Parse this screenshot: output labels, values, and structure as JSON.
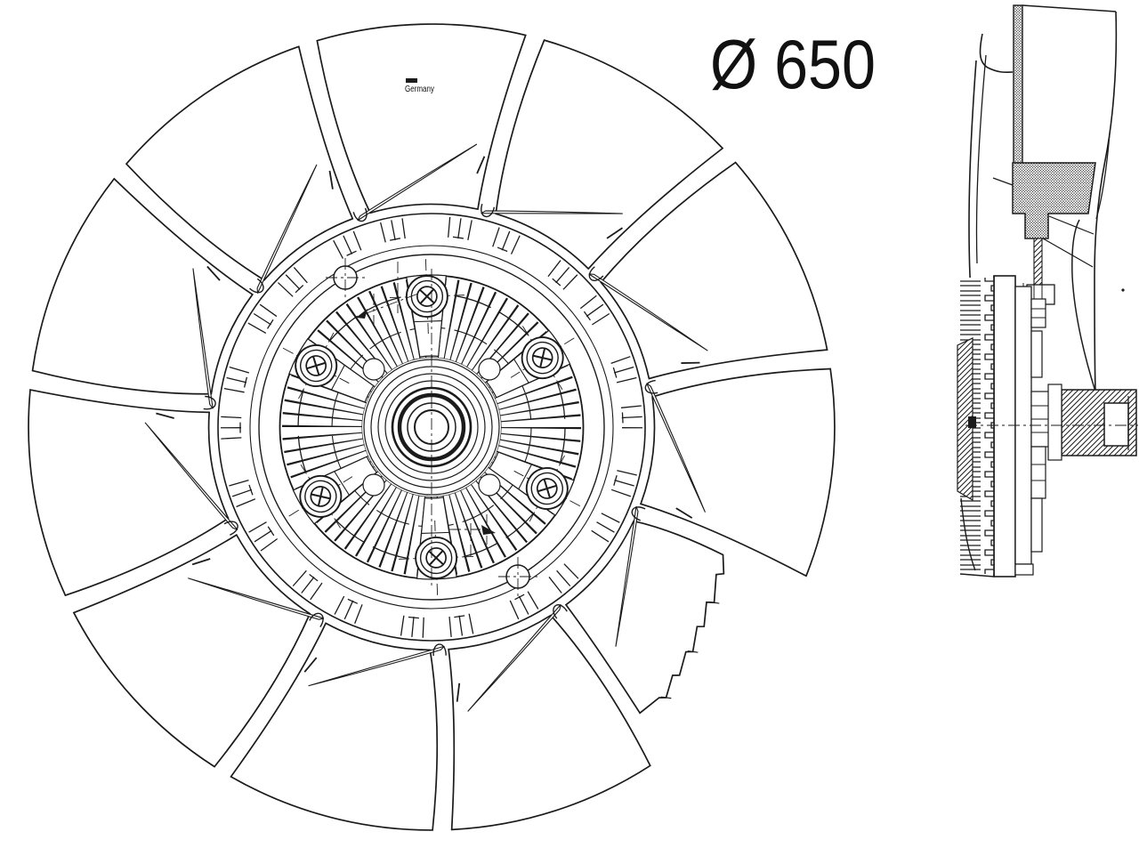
{
  "drawing": {
    "diameter_label": "Ø 650",
    "blade_marking": "Germany",
    "blade_count": 11,
    "hub_bolt_count": 6,
    "colors": {
      "line": "#1b1b1b",
      "background": "#ffffff"
    }
  }
}
